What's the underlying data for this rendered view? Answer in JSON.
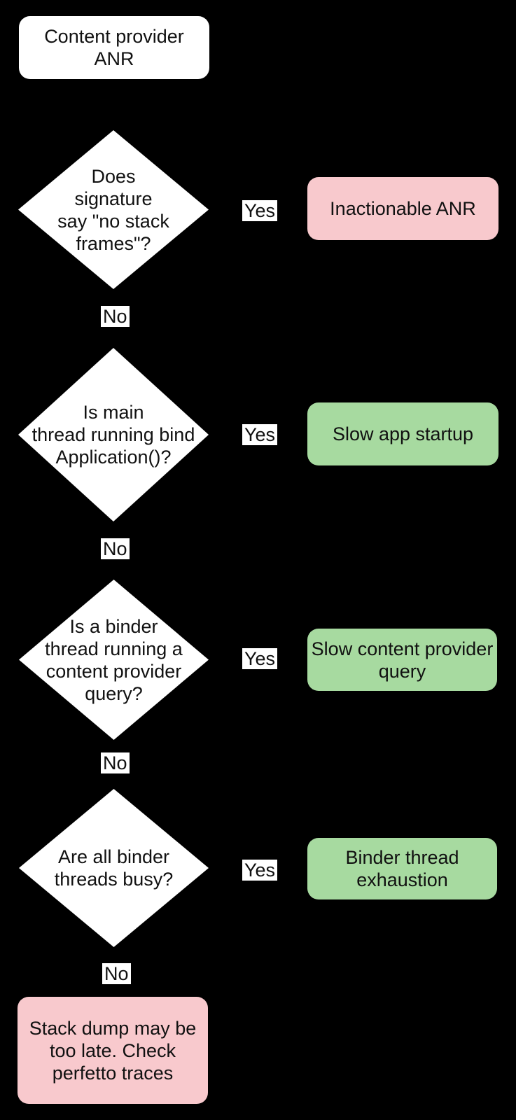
{
  "colors": {
    "background": "#000000",
    "shape_white": "#ffffff",
    "outcome_red": "#f8c9cd",
    "outcome_green": "#a7daa0",
    "text": "#111111"
  },
  "flowchart": {
    "start": "Content provider\nANR",
    "decisions": [
      {
        "question": "Does\nsignature\nsay \"no stack\nframes\"?",
        "yes": "Yes",
        "no": "No",
        "outcome": "Inactionable ANR",
        "outcome_type": "red"
      },
      {
        "question": "Is main\nthread running bind\nApplication()?",
        "yes": "Yes",
        "no": "No",
        "outcome": "Slow app startup",
        "outcome_type": "green"
      },
      {
        "question": "Is a binder\nthread running a\ncontent provider\nquery?",
        "yes": "Yes",
        "no": "No",
        "outcome": "Slow content provider\nquery",
        "outcome_type": "green"
      },
      {
        "question": "Are all binder\nthreads busy?",
        "yes": "Yes",
        "no": "No",
        "outcome": "Binder thread\nexhaustion",
        "outcome_type": "green"
      }
    ],
    "final": "Stack dump may be\ntoo late. Check\nperfetto traces"
  }
}
